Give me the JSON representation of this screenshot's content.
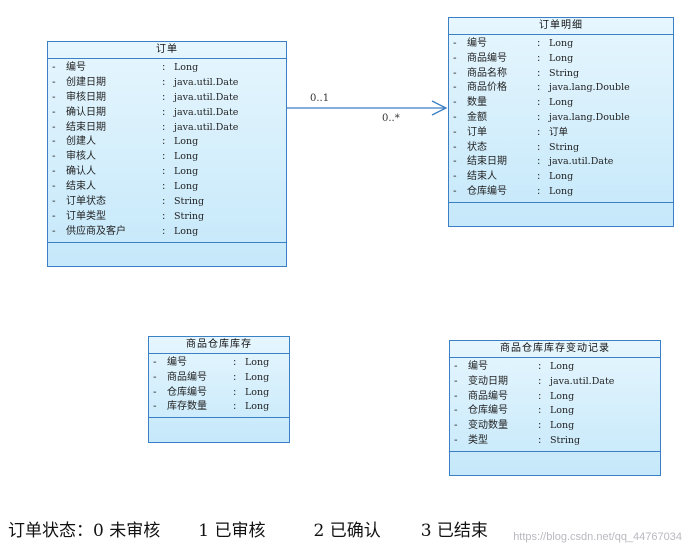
{
  "classes": {
    "order": {
      "title": "订单",
      "attrs": [
        {
          "name": "编号",
          "type": "Long"
        },
        {
          "name": "创建日期",
          "type": "java.util.Date"
        },
        {
          "name": "审核日期",
          "type": "java.util.Date"
        },
        {
          "name": "确认日期",
          "type": "java.util.Date"
        },
        {
          "name": "结束日期",
          "type": "java.util.Date"
        },
        {
          "name": "创建人",
          "type": "Long"
        },
        {
          "name": "审核人",
          "type": "Long"
        },
        {
          "name": "确认人",
          "type": "Long"
        },
        {
          "name": "结束人",
          "type": "Long"
        },
        {
          "name": "订单状态",
          "type": "String"
        },
        {
          "name": "订单类型",
          "type": "String"
        },
        {
          "name": "供应商及客户",
          "type": "Long"
        }
      ]
    },
    "order_detail": {
      "title": "订单明细",
      "attrs": [
        {
          "name": "编号",
          "type": "Long"
        },
        {
          "name": "商品编号",
          "type": "Long"
        },
        {
          "name": "商品名称",
          "type": "String"
        },
        {
          "name": "商品价格",
          "type": "java.lang.Double"
        },
        {
          "name": "数量",
          "type": "Long"
        },
        {
          "name": "金额",
          "type": "java.lang.Double"
        },
        {
          "name": "订单",
          "type": "订单"
        },
        {
          "name": "状态",
          "type": "String"
        },
        {
          "name": "结束日期",
          "type": "java.util.Date"
        },
        {
          "name": "结束人",
          "type": "Long"
        },
        {
          "name": "仓库编号",
          "type": "Long"
        }
      ]
    },
    "stock": {
      "title": "商品仓库库存",
      "attrs": [
        {
          "name": "编号",
          "type": "Long"
        },
        {
          "name": "商品编号",
          "type": "Long"
        },
        {
          "name": "仓库编号",
          "type": "Long"
        },
        {
          "name": "库存数量",
          "type": "Long"
        }
      ]
    },
    "stock_change": {
      "title": "商品仓库库存变动记录",
      "attrs": [
        {
          "name": "编号",
          "type": "Long"
        },
        {
          "name": "变动日期",
          "type": "java.util.Date"
        },
        {
          "name": "商品编号",
          "type": "Long"
        },
        {
          "name": "仓库编号",
          "type": "Long"
        },
        {
          "name": "变动数量",
          "type": "Long"
        },
        {
          "name": "类型",
          "type": "String"
        }
      ]
    }
  },
  "association": {
    "source_multiplicity": "0..1",
    "target_multiplicity": "0..*"
  },
  "legend": {
    "label": "订单状态：",
    "states": [
      "0 未审核",
      "1 已审核",
      "2 已确认",
      "3 已结束"
    ]
  },
  "watermark": "https://blog.csdn.net/qq_44767034",
  "colors": {
    "border": "#3b7fc4",
    "fill_top": "#e6f6fe",
    "fill_bottom": "#c5e8fa",
    "association_line": "#3b7fc4"
  }
}
